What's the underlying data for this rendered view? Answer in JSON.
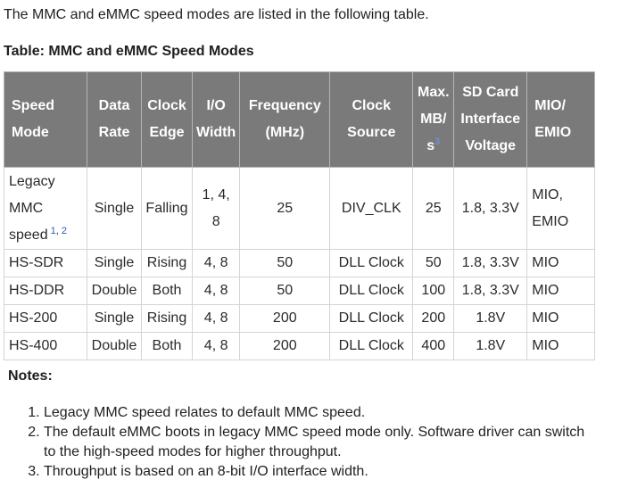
{
  "intro": "The MMC and eMMC speed modes are listed in the following table.",
  "table_title": "Table: MMC and eMMC Speed Modes",
  "headers": [
    {
      "lines": [
        "Speed",
        "Mode"
      ]
    },
    {
      "lines": [
        "Data",
        "Rate"
      ]
    },
    {
      "lines": [
        "Clock",
        "Edge"
      ]
    },
    {
      "lines": [
        "I/O",
        "Width"
      ]
    },
    {
      "lines": [
        "Frequency",
        "(MHz)"
      ]
    },
    {
      "lines": [
        "Clock",
        "Source"
      ]
    },
    {
      "lines": [
        "Max.",
        "MB/",
        "s"
      ],
      "footnote": "3"
    },
    {
      "lines": [
        "SD Card",
        "Interface",
        "Voltage"
      ]
    },
    {
      "lines": [
        "MIO/",
        "EMIO"
      ]
    }
  ],
  "rows": [
    {
      "mode_lines": [
        "Legacy",
        "MMC",
        "speed"
      ],
      "mode_footnotes": [
        "1",
        "2"
      ],
      "data_rate": "Single",
      "clock_edge": "Falling",
      "io_width": "1, 4, 8",
      "frequency": "25",
      "clock_source": "DIV_CLK",
      "max_mbs": "25",
      "voltage": "1.8, 3.3V",
      "mio_lines": [
        "MIO,",
        "EMIO"
      ]
    },
    {
      "mode": "HS-SDR",
      "data_rate": "Single",
      "clock_edge": "Rising",
      "io_width": "4, 8",
      "frequency": "50",
      "clock_source": "DLL Clock",
      "max_mbs": "50",
      "voltage": "1.8, 3.3V",
      "mio": "MIO"
    },
    {
      "mode": "HS-DDR",
      "data_rate": "Double",
      "clock_edge": "Both",
      "io_width": "4, 8",
      "frequency": "50",
      "clock_source": "DLL Clock",
      "max_mbs": "100",
      "voltage": "1.8, 3.3V",
      "mio": "MIO"
    },
    {
      "mode": "HS-200",
      "data_rate": "Single",
      "clock_edge": "Rising",
      "io_width": "4, 8",
      "frequency": "200",
      "clock_source": "DLL Clock",
      "max_mbs": "200",
      "voltage": "1.8V",
      "mio": "MIO"
    },
    {
      "mode": "HS-400",
      "data_rate": "Double",
      "clock_edge": "Both",
      "io_width": "4, 8",
      "frequency": "200",
      "clock_source": "DLL Clock",
      "max_mbs": "400",
      "voltage": "1.8V",
      "mio": "MIO"
    }
  ],
  "notes_heading": "Notes:",
  "notes": [
    "Legacy MMC speed relates to default MMC speed.",
    "The default eMMC boots in legacy MMC speed mode only. Software driver can switch to the high-speed modes for higher throughput.",
    "Throughput is based on an 8-bit I/O interface width."
  ]
}
